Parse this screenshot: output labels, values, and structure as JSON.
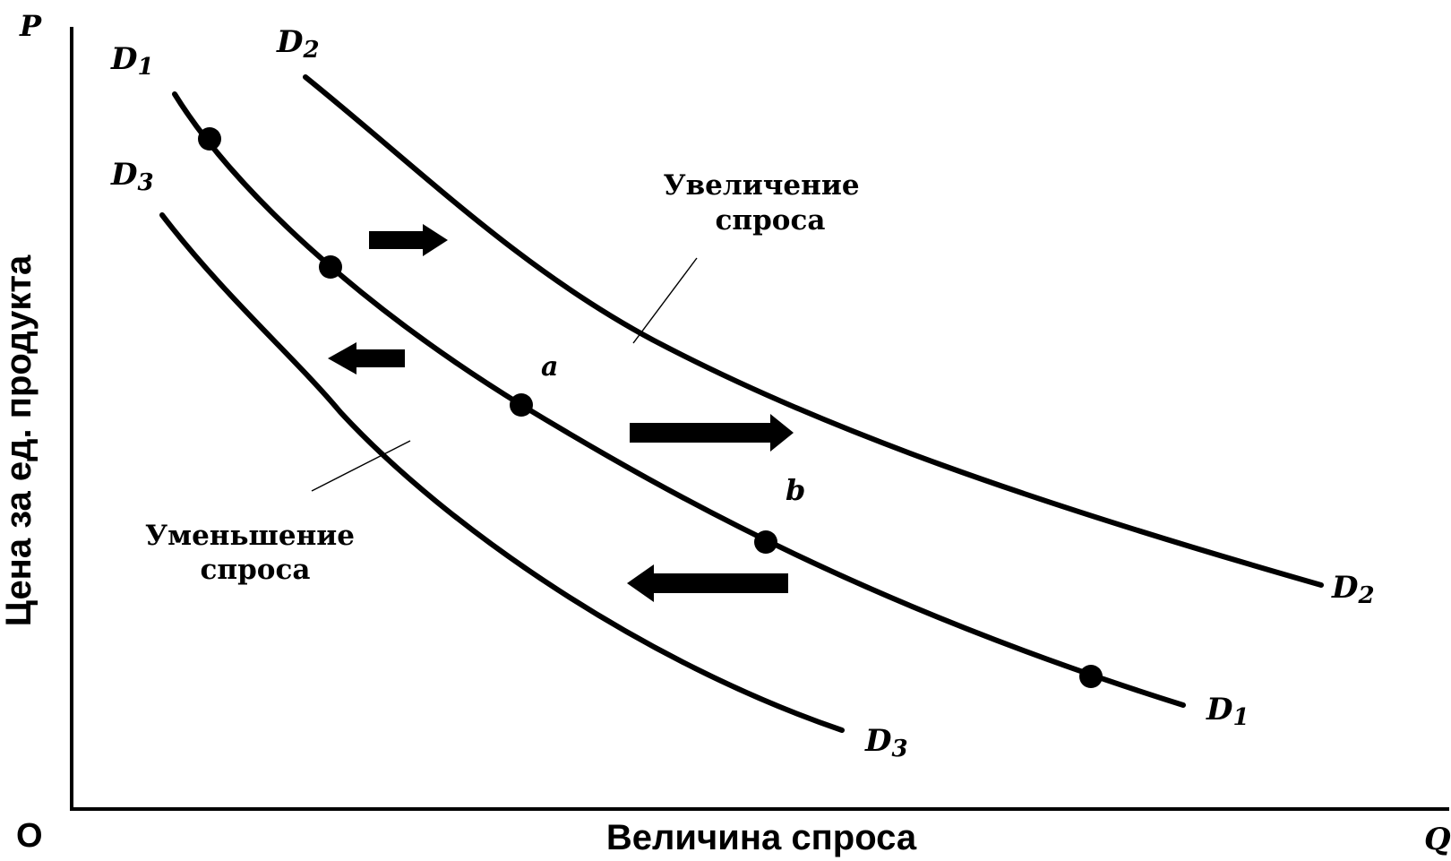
{
  "axes": {
    "y_letter": "P",
    "x_letter": "Q",
    "origin": "O",
    "y_label": "Цена за ед. продукта",
    "x_label": "Величина спроса"
  },
  "curves": [
    {
      "id": "d1",
      "name": "D",
      "sub": "1"
    },
    {
      "id": "d2",
      "name": "D",
      "sub": "2"
    },
    {
      "id": "d3",
      "name": "D",
      "sub": "3"
    }
  ],
  "points": {
    "a": "a",
    "b": "b"
  },
  "annotations": {
    "increase": [
      "Увеличение",
      "спроса"
    ],
    "decrease": [
      "Уменьшение",
      "спроса"
    ]
  }
}
